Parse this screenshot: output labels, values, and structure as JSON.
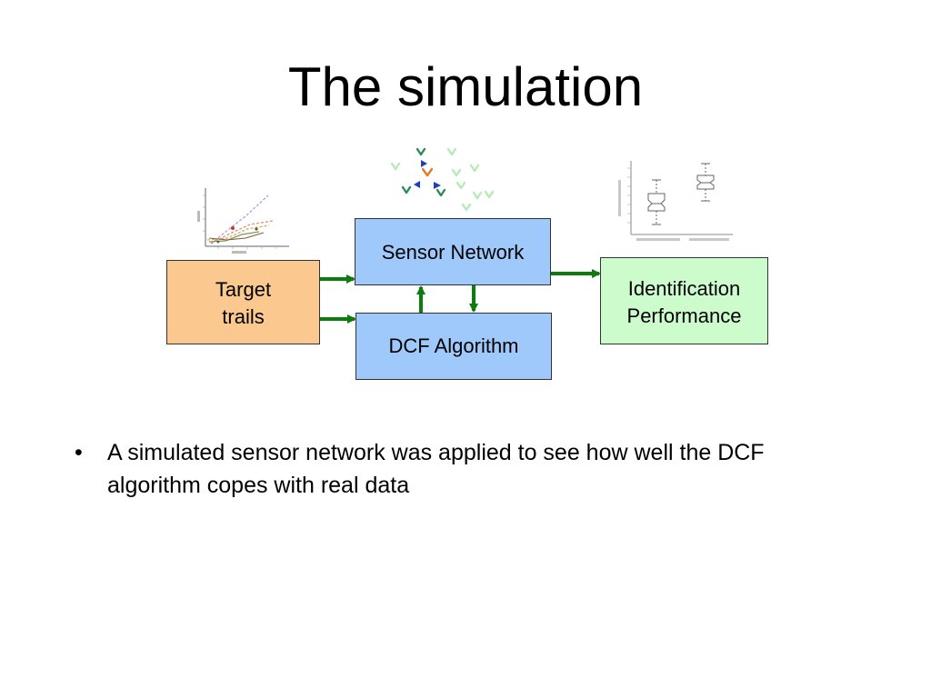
{
  "slide": {
    "title": "The simulation",
    "bullets": [
      "A simulated sensor network was applied to see how well the DCF algorithm copes with real data"
    ],
    "bullet_symbol": "•"
  },
  "diagram": {
    "nodes": {
      "target": {
        "line1": "Target",
        "line2": "trails",
        "fill": "#fbc98f"
      },
      "sensor_network": {
        "label": "Sensor Network",
        "fill": "#9fc9fb"
      },
      "dcf_algorithm": {
        "label": "DCF Algorithm",
        "fill": "#9fc9fb"
      },
      "performance": {
        "line1": "Identification",
        "line2": "Performance",
        "fill": "#ccfccc"
      }
    },
    "arrow_color": "#0a7d0a",
    "edges": [
      {
        "from": "target",
        "to": "sensor_network"
      },
      {
        "from": "target",
        "to": "dcf_algorithm"
      },
      {
        "from": "dcf_algorithm",
        "to": "sensor_network"
      },
      {
        "from": "sensor_network",
        "to": "dcf_algorithm"
      },
      {
        "from": "sensor_network",
        "to": "performance"
      }
    ],
    "thumbnails": [
      "trajectory-plot-thumbnail",
      "sensor-icons-thumbnail",
      "boxplot-thumbnail"
    ]
  }
}
